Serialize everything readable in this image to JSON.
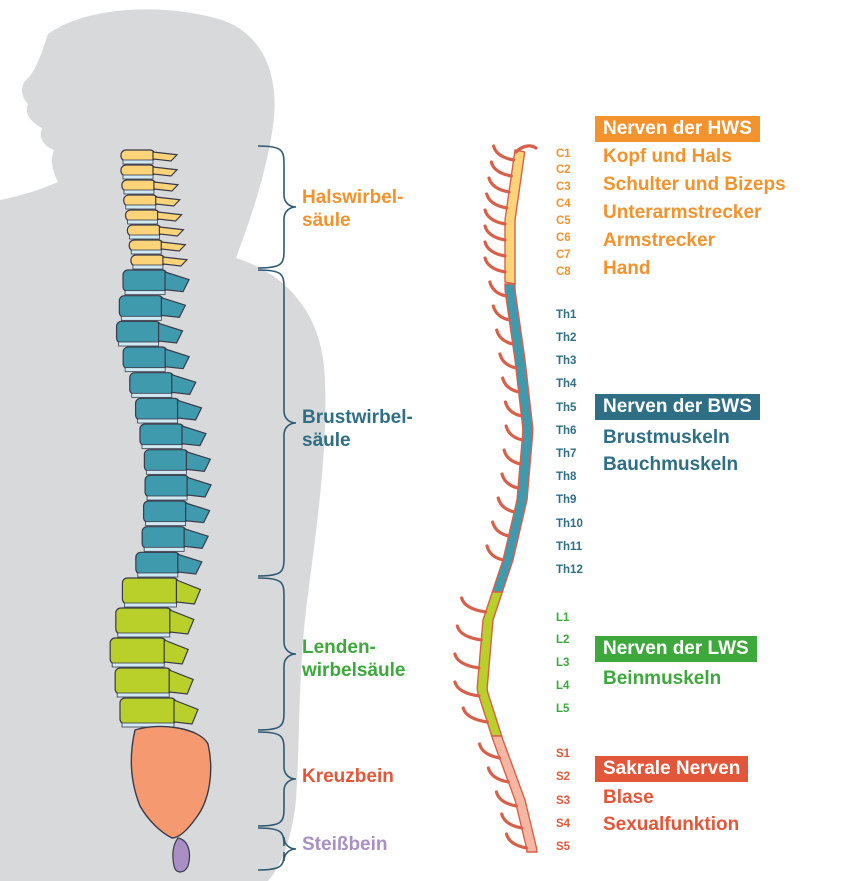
{
  "colors": {
    "body": "#d8d9db",
    "cervical": "#fbd47a",
    "cervical_text": "#f2932e",
    "thoracic": "#3f9aae",
    "thoracic_dark": "#2f6f86",
    "thoracic_text": "#2f6f86",
    "lumbar": "#b9cf2a",
    "lumbar_text": "#3ea83d",
    "sacral": "#f59a70",
    "sacral_text": "#e2573a",
    "coccyx": "#a98fc4",
    "coccyx_text": "#a98fc4",
    "outline": "#3a3a4a",
    "nerve_red": "#d8604a",
    "bracket": "#2f5a73"
  },
  "regions": [
    {
      "label": "Halswirbel-\nsäule",
      "color_key": "cervical_text"
    },
    {
      "label": "Brustwirbel-\nsäule",
      "color_key": "thoracic_text"
    },
    {
      "label": "Lenden-\nwirbelsäule",
      "color_key": "lumbar_text"
    },
    {
      "label": "Kreuzbein",
      "color_key": "sacral_text"
    },
    {
      "label": "Steißbein",
      "color_key": "coccyx_text"
    }
  ],
  "segments": {
    "cervical": [
      "C1",
      "C2",
      "C3",
      "C4",
      "C5",
      "C6",
      "C7",
      "C8"
    ],
    "thoracic": [
      "Th1",
      "Th2",
      "Th3",
      "Th4",
      "Th5",
      "Th6",
      "Th7",
      "Th8",
      "Th9",
      "Th10",
      "Th11",
      "Th12"
    ],
    "lumbar": [
      "L1",
      "L2",
      "L3",
      "L4",
      "L5"
    ],
    "sacral": [
      "S1",
      "S2",
      "S3",
      "S4",
      "S5"
    ]
  },
  "groups": [
    {
      "title": "Nerven der HWS",
      "color_key": "cervical_text",
      "items": [
        "Kopf und Hals",
        "Schulter und Bizeps",
        "Unterarmstrecker",
        "Armstrecker",
        "Hand"
      ]
    },
    {
      "title": "Nerven der BWS",
      "color_key": "thoracic_text",
      "items": [
        "Brustmuskeln",
        "Bauchmuskeln"
      ]
    },
    {
      "title": "Nerven der LWS",
      "color_key": "lumbar_text",
      "items": [
        "Beinmuskeln"
      ]
    },
    {
      "title": "Sakrale Nerven",
      "color_key": "sacral_text",
      "items": [
        "Blase",
        "Sexualfunktion"
      ]
    }
  ]
}
